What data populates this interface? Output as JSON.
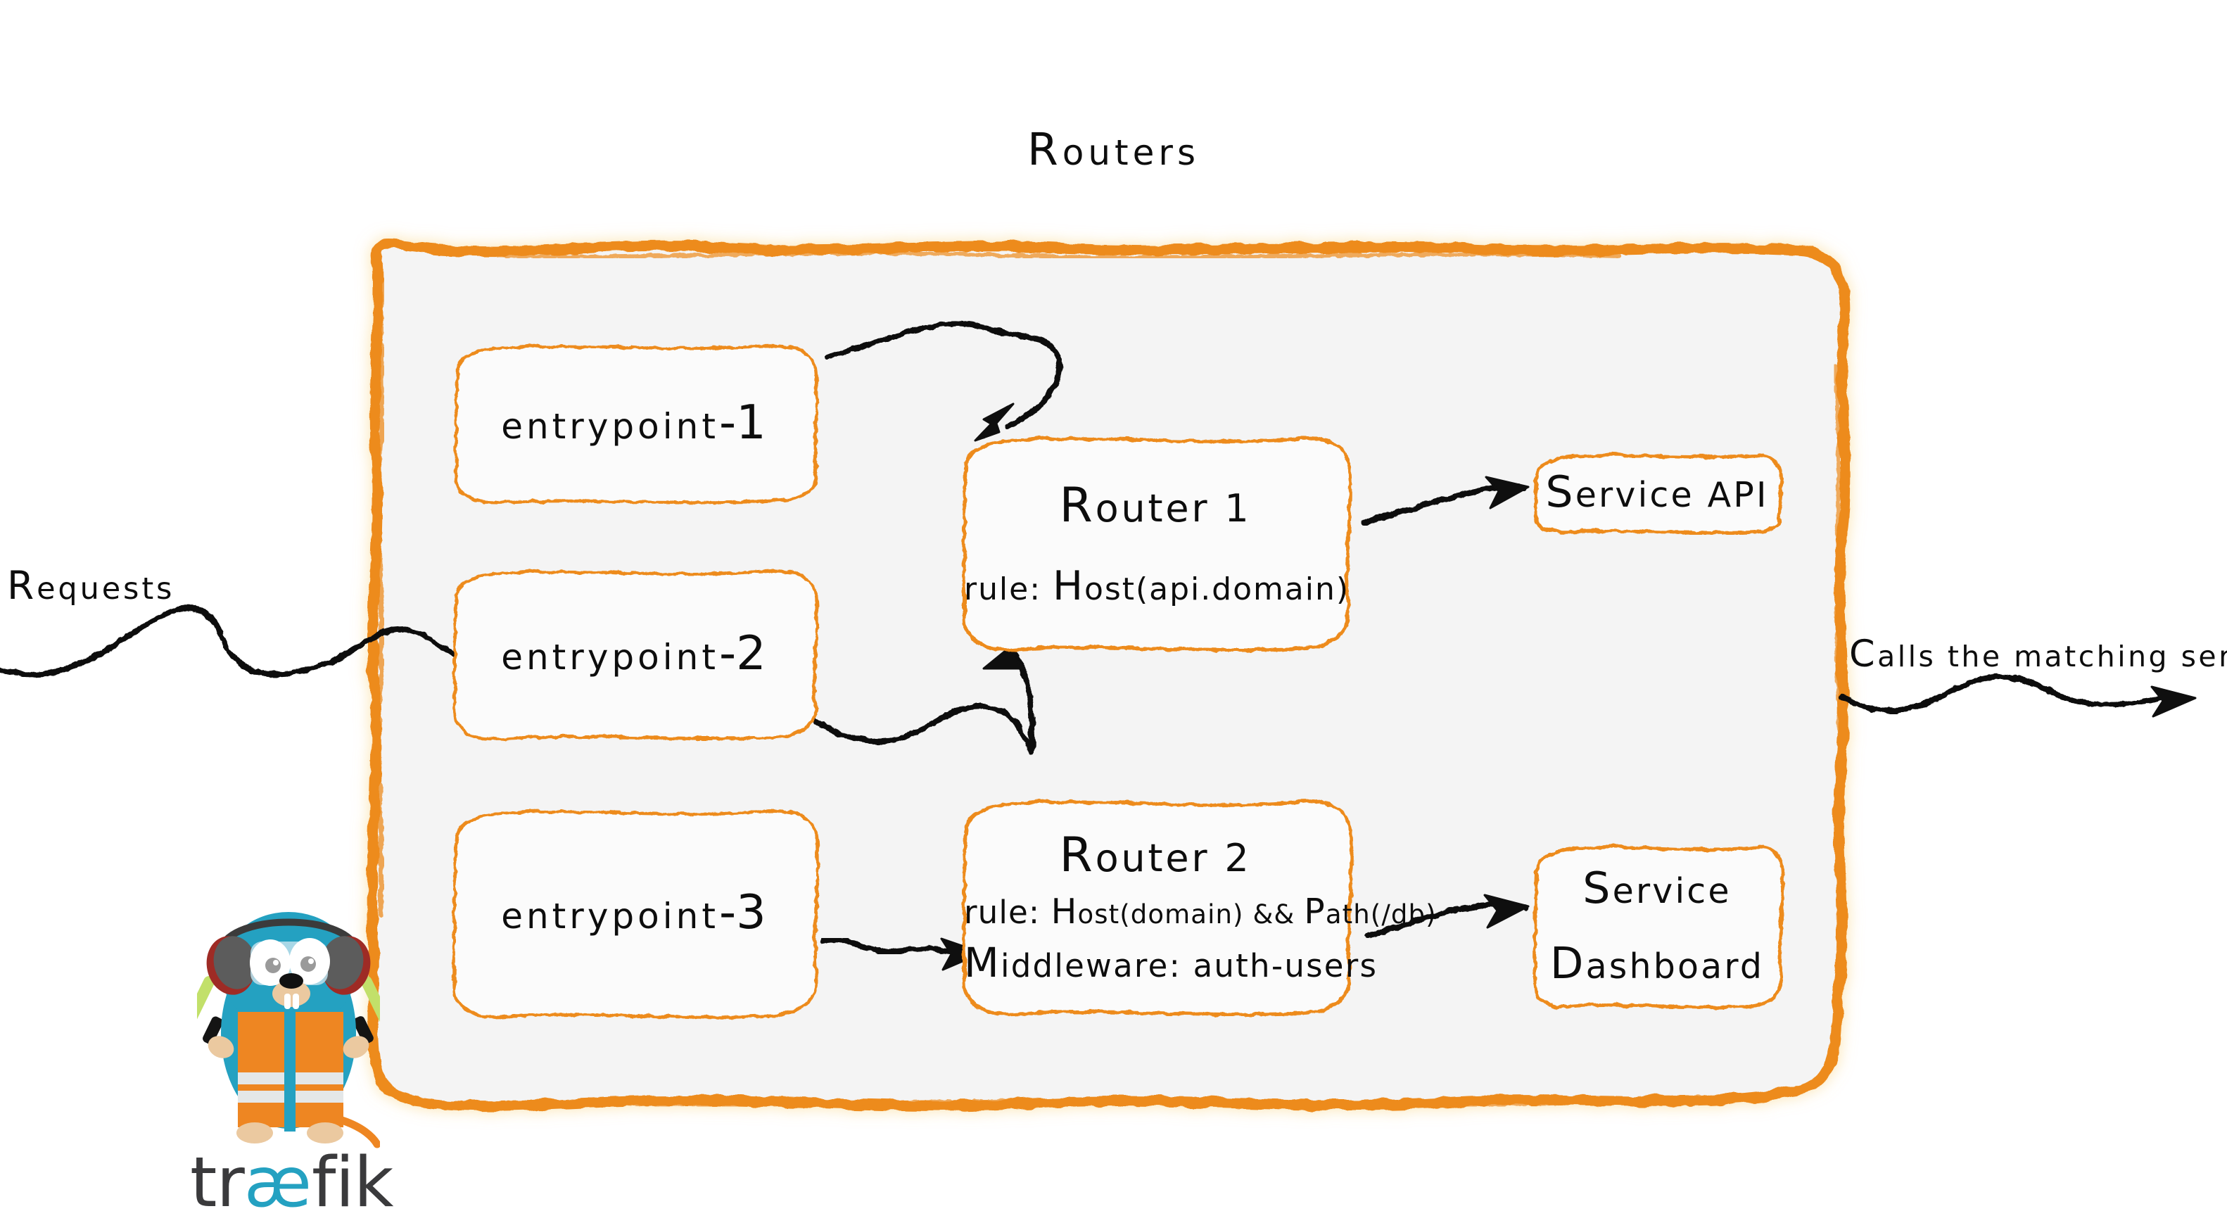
{
  "diagram": {
    "title": "Routers",
    "colors": {
      "accent_orange": "#ED8B1F",
      "panel_fill": "#F4F4F4",
      "box_fill": "#FBFBFB",
      "ink": "#111111",
      "traefik_cyan": "#24A1C1",
      "traefik_dark": "#3A3A3C",
      "vest_orange": "#EE8622",
      "wand_green": "#C2E06A"
    }
  },
  "labels": {
    "requests": {
      "cap": "R",
      "rest": "equests"
    },
    "calls_server": {
      "cap": "C",
      "rest": "alls the matching server"
    }
  },
  "entrypoints": [
    {
      "name": "entrypoint-1",
      "text": "entrypoint",
      "sep": "-",
      "num": "1"
    },
    {
      "name": "entrypoint-2",
      "text": "entrypoint",
      "sep": "-",
      "num": "2"
    },
    {
      "name": "entrypoint-3",
      "text": "entrypoint",
      "sep": "-",
      "num": "3"
    }
  ],
  "routers": [
    {
      "id": "router-1",
      "title_cap": "R",
      "title_rest": "outer 1",
      "rule_label": "rule: ",
      "rule_cap": "H",
      "rule_rest": "ost(api.domain)"
    },
    {
      "id": "router-2",
      "title_cap": "R",
      "title_rest": "outer 2",
      "rule_label": "rule: ",
      "rule_host_cap": "H",
      "rule_host_rest": "ost(domain)",
      "rule_join": " && ",
      "rule_path_cap": "P",
      "rule_path_rest": "ath(/db)",
      "middleware_cap": "M",
      "middleware_rest": "iddleware: auth-users"
    }
  ],
  "services": [
    {
      "id": "service-api",
      "line1_cap": "S",
      "line1_rest": "ervice API"
    },
    {
      "id": "service-dashboard",
      "line1_cap": "S",
      "line1_rest": "ervice",
      "line2_cap": "D",
      "line2_rest": "ashboard"
    }
  ],
  "logo": {
    "wordmark": "træfik",
    "wordmark_pre": "tr",
    "wordmark_lig": "æ",
    "wordmark_post": "fik"
  },
  "arrows": [
    {
      "name": "requests-to-panel",
      "from": "requests-label",
      "to": "routers-panel"
    },
    {
      "name": "entrypoint1-to-router1",
      "from": "entrypoint-1",
      "to": "router-1"
    },
    {
      "name": "entrypoint2-to-router1",
      "from": "entrypoint-2",
      "to": "router-1"
    },
    {
      "name": "entrypoint3-to-router2",
      "from": "entrypoint-3",
      "to": "router-2"
    },
    {
      "name": "router1-to-service-api",
      "from": "router-1",
      "to": "service-api"
    },
    {
      "name": "router2-to-service-dashboard",
      "from": "router-2",
      "to": "service-dashboard"
    },
    {
      "name": "panel-to-server",
      "from": "routers-panel",
      "to": "calls-server-label"
    }
  ]
}
